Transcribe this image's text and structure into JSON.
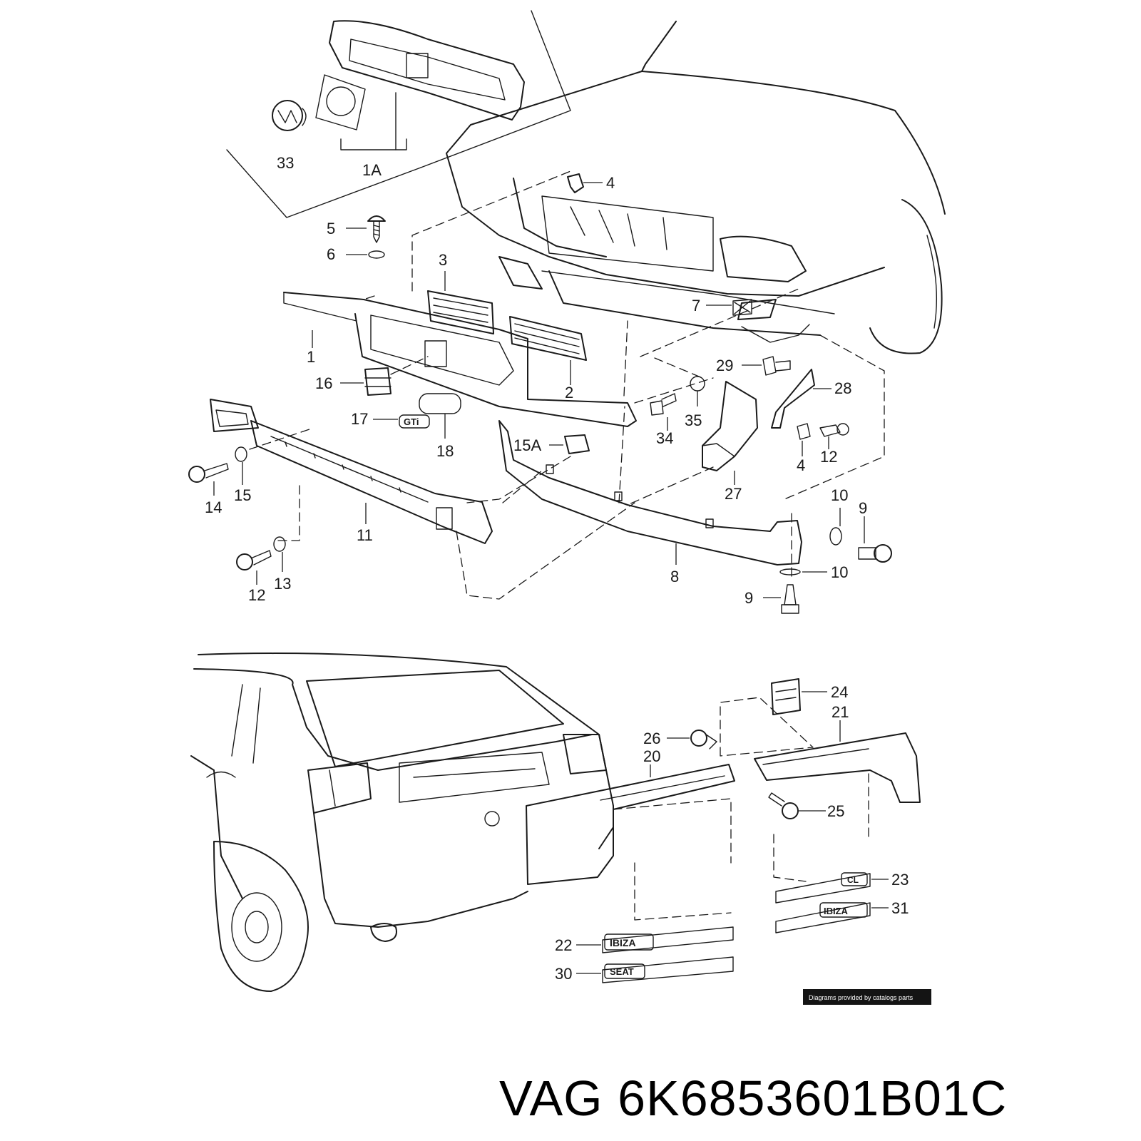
{
  "title": "VAG 6K6853601B01C",
  "credit": "Diagrams provided by catalogs parts",
  "callouts": {
    "c33": "33",
    "c1A": "1A",
    "c4a": "4",
    "c5": "5",
    "c6": "6",
    "c3": "3",
    "c7": "7",
    "c1": "1",
    "c16": "16",
    "c2": "2",
    "c29": "29",
    "c28": "28",
    "c35": "35",
    "c34": "34",
    "c17": "17",
    "c18": "18",
    "c15A": "15A",
    "c4b": "4",
    "c12a": "12",
    "c27": "27",
    "c14": "14",
    "c15": "15",
    "c11": "11",
    "c10a": "10",
    "c9a": "9",
    "c12b": "12",
    "c13": "13",
    "c8": "8",
    "c10b": "10",
    "c9b": "9",
    "c24": "24",
    "c21": "21",
    "c26": "26",
    "c20": "20",
    "c25": "25",
    "c23": "23",
    "c31": "31",
    "c22": "22",
    "c30": "30"
  },
  "badges": {
    "gti": "GTi",
    "cl": "CL",
    "ibiza": "IBIZA",
    "seat": "SEAT"
  },
  "colors": {
    "ink": "#1a1a1a",
    "background": "#ffffff",
    "credit_bg": "#141414"
  }
}
